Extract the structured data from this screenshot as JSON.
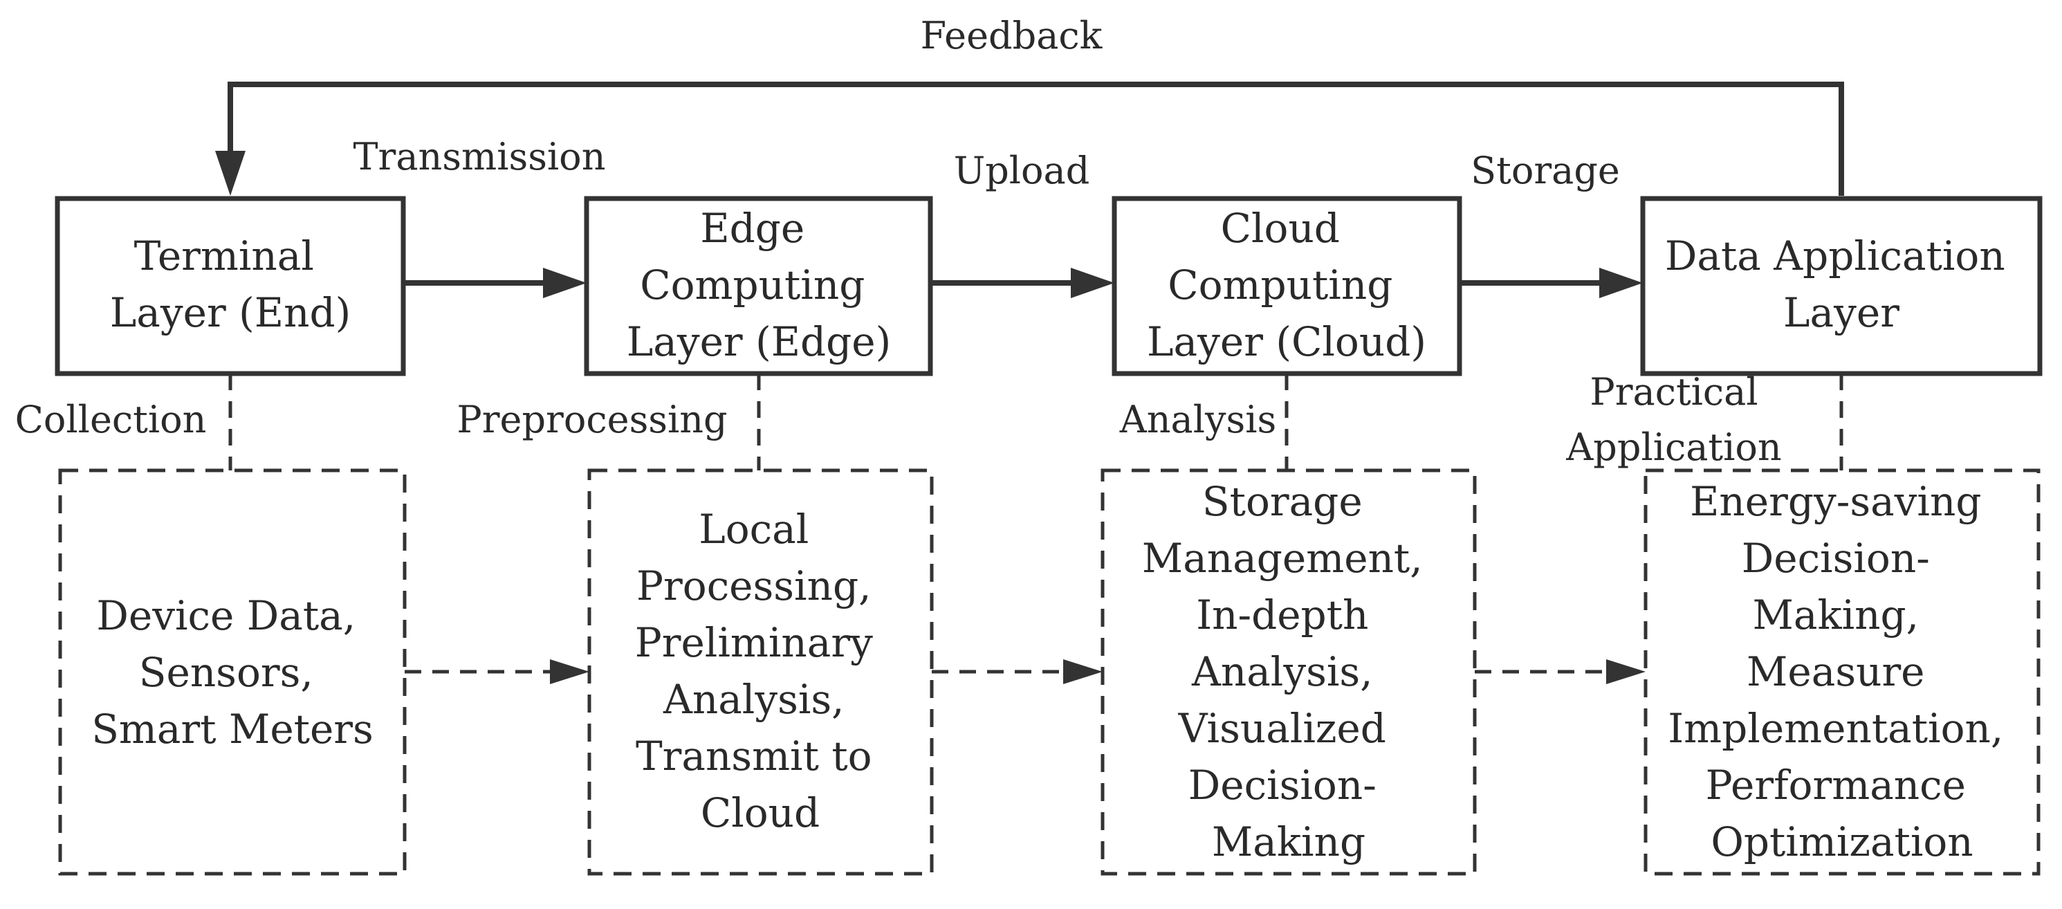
{
  "feedback_label": "Feedback",
  "flow_labels": {
    "transmission": "Transmission",
    "upload": "Upload",
    "storage": "Storage"
  },
  "layers": [
    {
      "lines": [
        "Terminal",
        "Layer (End)"
      ]
    },
    {
      "lines": [
        "Edge",
        "Computing",
        "Layer (Edge)"
      ]
    },
    {
      "lines": [
        "Cloud",
        "Computing",
        "Layer (Cloud)"
      ]
    },
    {
      "lines": [
        "Data Application",
        "Layer"
      ]
    }
  ],
  "process_labels": {
    "collection": "Collection",
    "preprocessing": "Preprocessing",
    "analysis": "Analysis",
    "practical_application": [
      "Practical",
      "Application"
    ]
  },
  "details": [
    {
      "lines": [
        "Device Data,",
        "Sensors,",
        "Smart Meters"
      ]
    },
    {
      "lines": [
        "Local",
        "Processing,",
        "Preliminary",
        "Analysis,",
        "Transmit to",
        "Cloud"
      ]
    },
    {
      "lines": [
        "Storage",
        "Management,",
        "In-depth",
        "Analysis,",
        "Visualized",
        "Decision-",
        "Making"
      ]
    },
    {
      "lines": [
        "Energy-saving",
        "Decision-",
        "Making,",
        "Measure",
        "Implementation,",
        "Performance",
        "Optimization"
      ]
    }
  ]
}
